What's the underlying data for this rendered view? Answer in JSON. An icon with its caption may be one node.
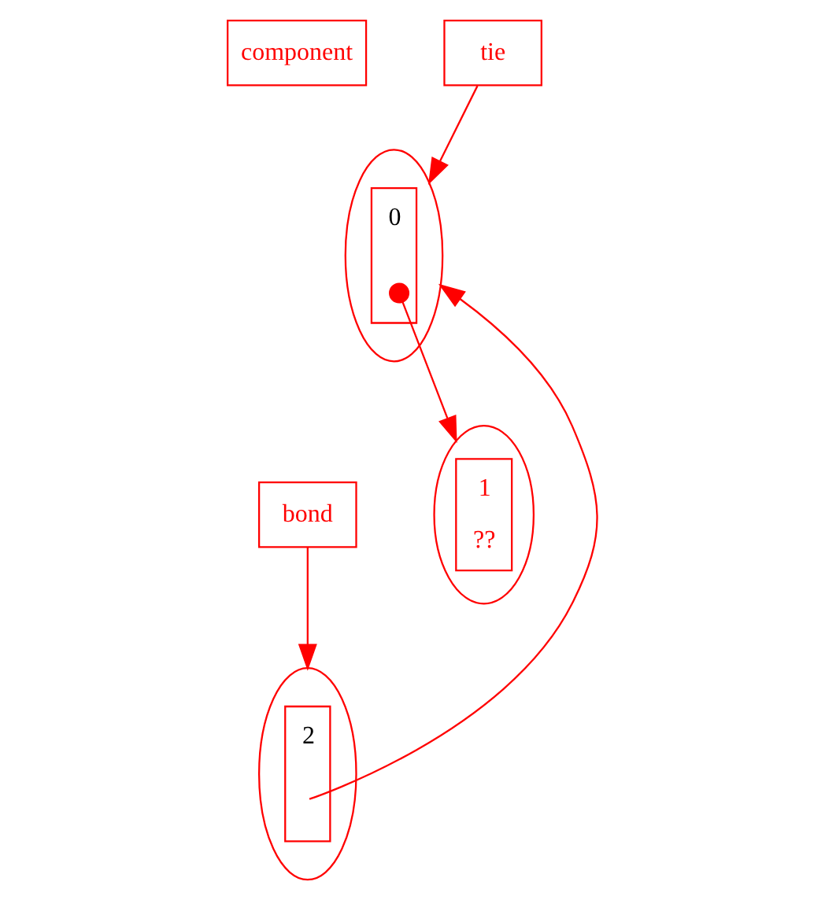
{
  "diagram": {
    "nodes": [
      {
        "text": [
          "component"
        ]
      },
      {
        "text": [
          "tie"
        ]
      },
      {
        "text": [
          "0"
        ]
      },
      {
        "text": [
          "1",
          "??"
        ]
      },
      {
        "text": [
          "bond"
        ]
      },
      {
        "text": [
          "2"
        ]
      }
    ],
    "edges": [
      {
        "from": 1,
        "to": 2,
        "arrow": "to"
      },
      {
        "from": 2,
        "to": 3,
        "arrow": "to"
      },
      {
        "from": 4,
        "to": 5,
        "arrow": "to"
      },
      {
        "from": 5,
        "to": 2,
        "arrow": "to"
      }
    ]
  }
}
